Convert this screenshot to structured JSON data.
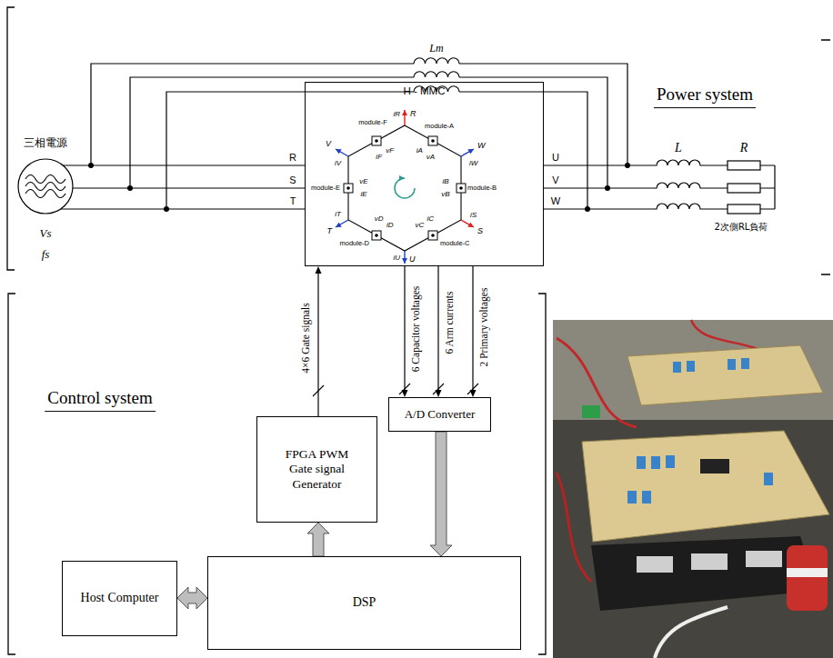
{
  "diagram": {
    "nodes": [
      {
        "text": [
          "H - MMC"
        ]
      },
      {
        "text": [
          "FPGA PWM Gate signal Generator"
        ]
      },
      {
        "text": [
          "A/D Converter"
        ]
      },
      {
        "text": [
          "Host Computer"
        ]
      },
      {
        "text": [
          "DSP"
        ]
      }
    ],
    "edges": [
      {
        "from": 1,
        "to": 0,
        "arrow": "to",
        "label": "4×6 Gate signals"
      },
      {
        "from": 0,
        "to": 2,
        "arrow": "to",
        "label": "6 Capacitor voltages"
      },
      {
        "from": 0,
        "to": 2,
        "arrow": "to",
        "label": "6 Arm currents"
      },
      {
        "from": 0,
        "to": 2,
        "arrow": "to",
        "label": "2 Primary voltages"
      },
      {
        "from": 4,
        "to": 1,
        "arrow": "to"
      },
      {
        "from": 2,
        "to": 4,
        "arrow": "to"
      },
      {
        "from": 3,
        "to": 4,
        "arrow": "both"
      }
    ],
    "labels": [
      "Power system",
      "Lm",
      "三相電源",
      "Vs",
      "fs",
      "R",
      "S",
      "T",
      "U",
      "V",
      "W",
      "L",
      "R",
      "2次側RL負荷",
      "Control system",
      "module-A",
      "module-B",
      "module-C",
      "module-D",
      "module-E",
      "module-F",
      "R",
      "W",
      "S",
      "U",
      "T",
      "V",
      "vA",
      "vB",
      "vC",
      "vD",
      "vE",
      "vF",
      "iR",
      "iW",
      "iS",
      "iU",
      "iT",
      "iV",
      "iA",
      "iB",
      "iC",
      "iD",
      "iE",
      "iF"
    ]
  }
}
